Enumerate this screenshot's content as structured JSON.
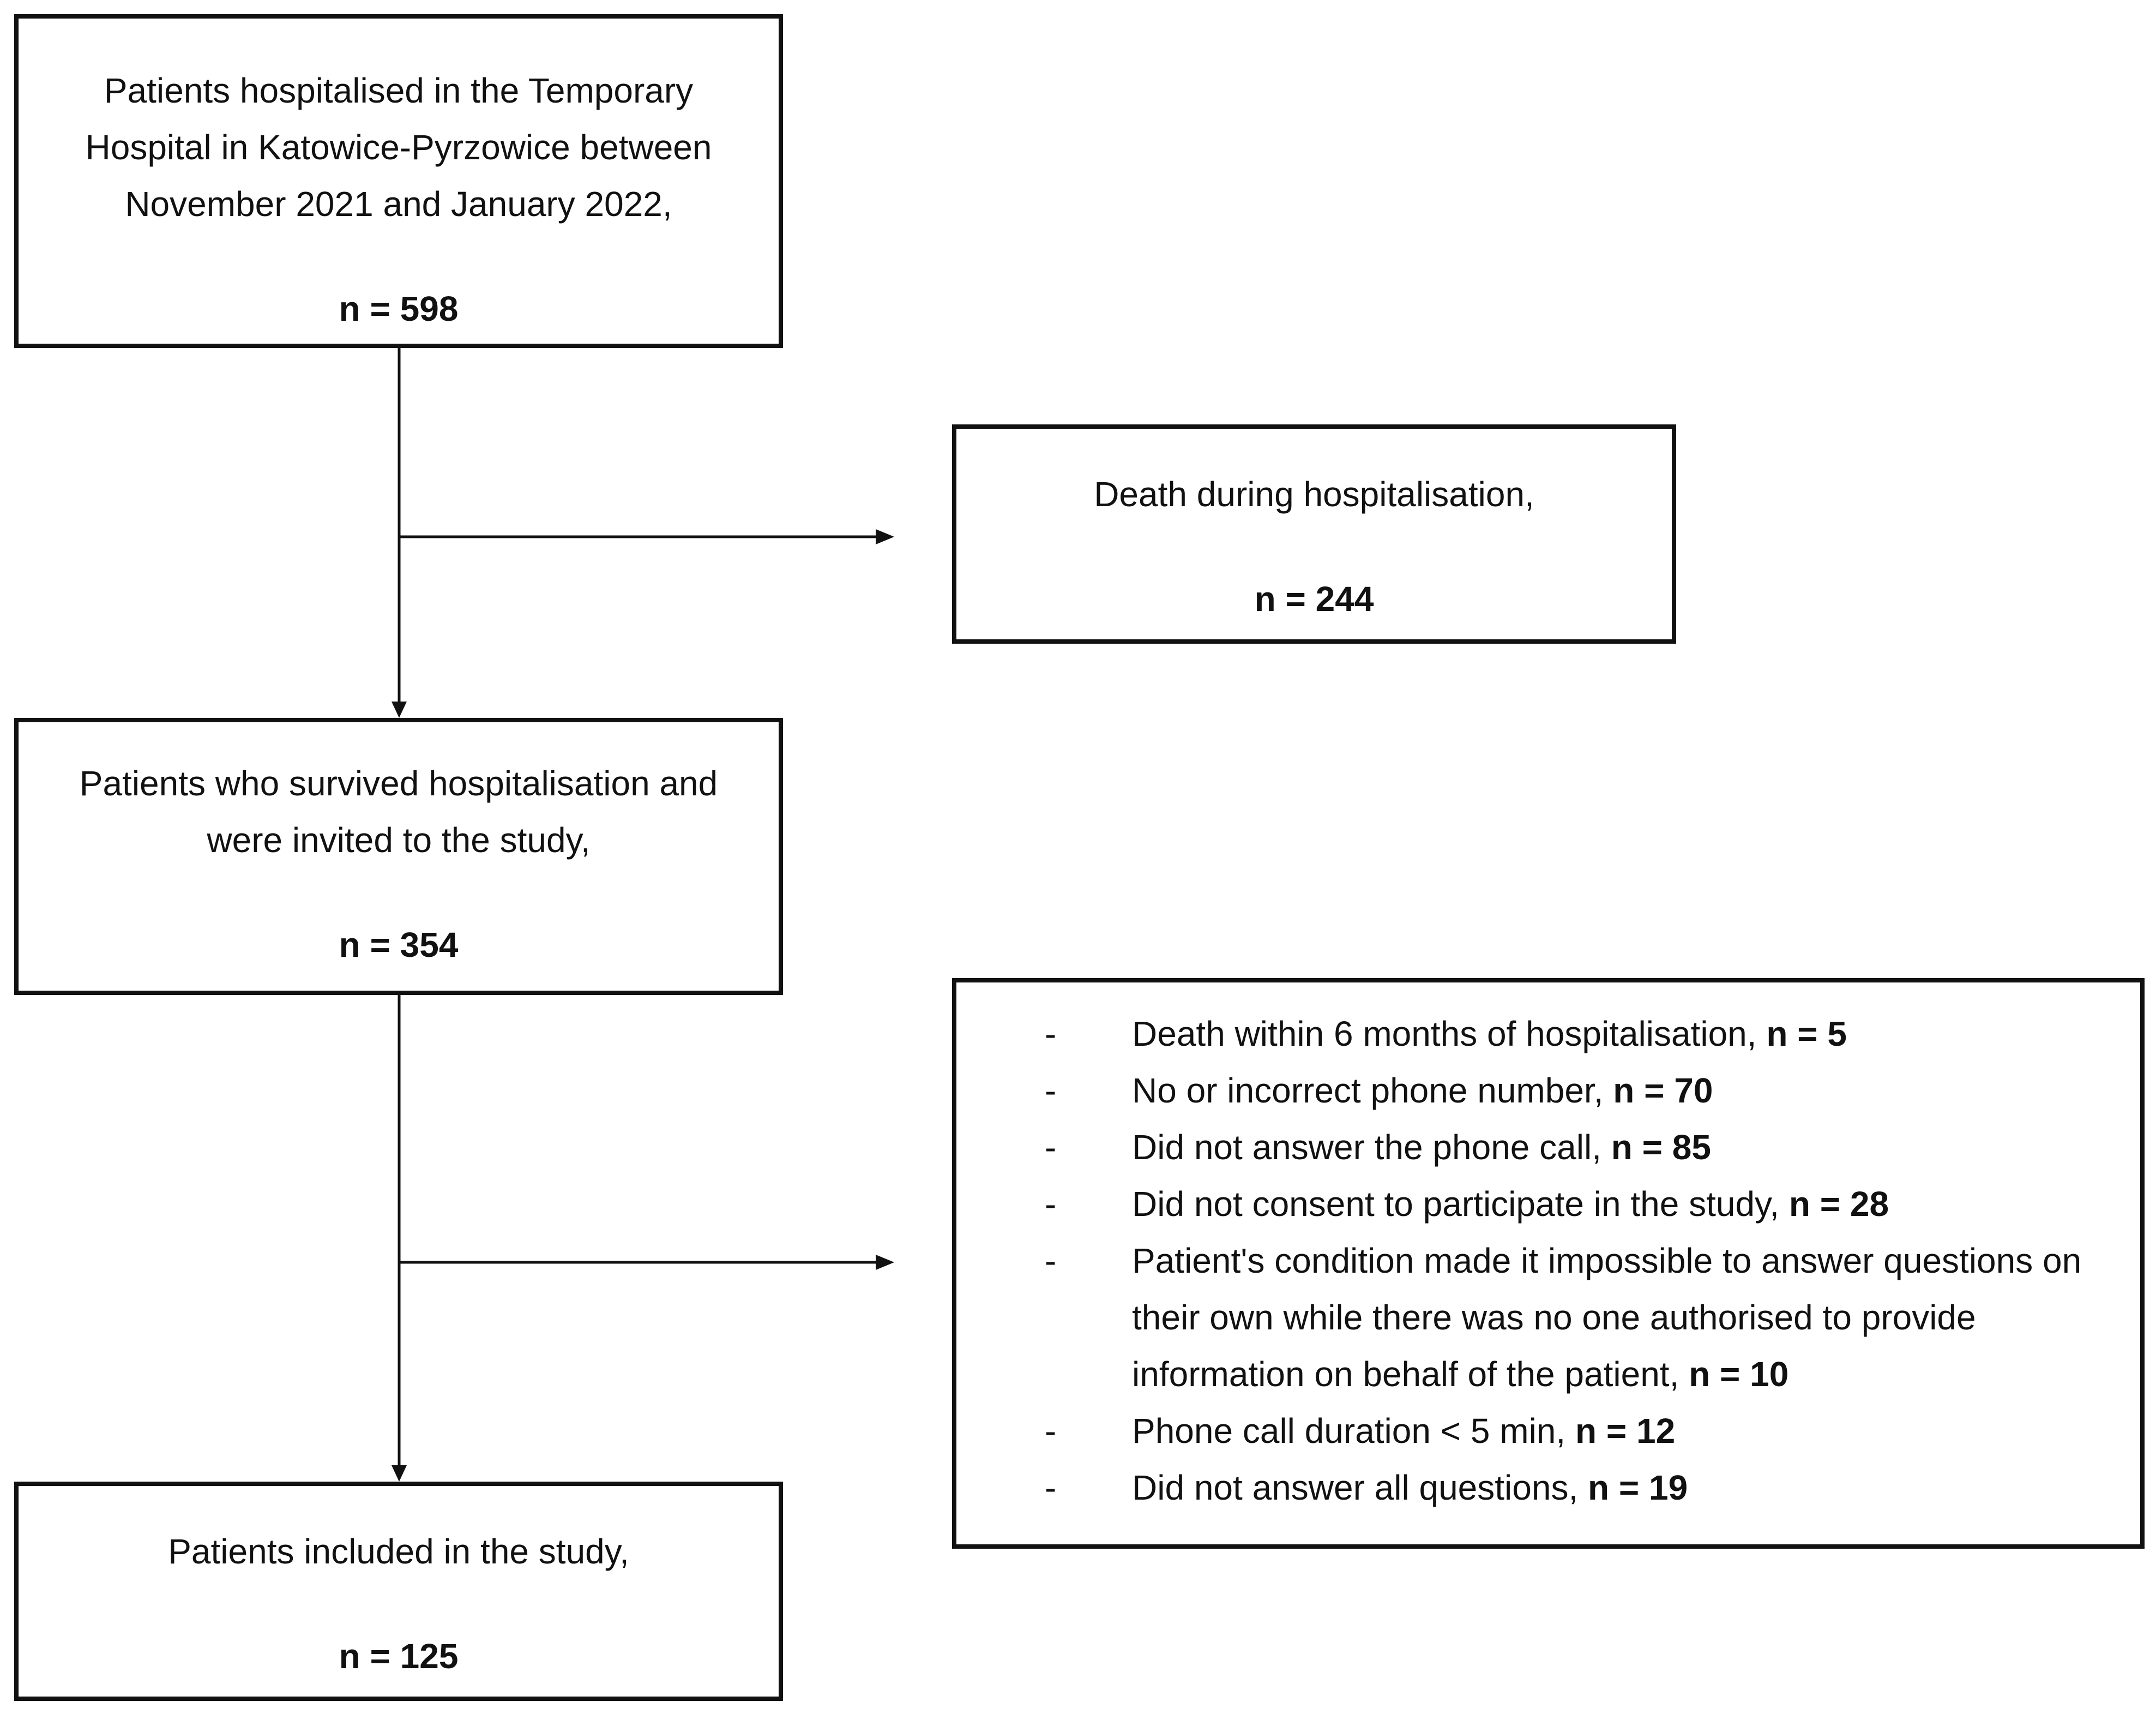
{
  "flow": {
    "total": {
      "lines": [
        "Patients hospitalised in the Temporary",
        "Hospital in Katowice-Pyrzowice between",
        "November 2021 and January 2022,"
      ],
      "n": "n = 598"
    },
    "death": {
      "lines": [
        "Death during hospitalisation,"
      ],
      "n": "n = 244"
    },
    "invited": {
      "lines": [
        "Patients who survived hospitalisation and",
        "were invited to the study,"
      ],
      "n": "n = 354"
    },
    "excluded": {
      "items": [
        {
          "dash": "-",
          "text": "Death within 6 months of hospitalisation, ",
          "n": "n = 5"
        },
        {
          "dash": "-",
          "text": "No or incorrect phone number, ",
          "n": "n = 70"
        },
        {
          "dash": "-",
          "text": "Did not answer the phone call, ",
          "n": "n = 85"
        },
        {
          "dash": "-",
          "text": "Did not consent to participate in the study, ",
          "n": "n = 28"
        },
        {
          "dash": "-",
          "text": "Patient's condition made it impossible to answer questions on their own while there was no one authorised to provide information on behalf of the patient, ",
          "n": "n = 10"
        },
        {
          "dash": "-",
          "text": "Phone call duration < 5 min, ",
          "n": "n = 12"
        },
        {
          "dash": "-",
          "text": "Did not answer all questions, ",
          "n": "n = 19"
        }
      ]
    },
    "included": {
      "lines": [
        "Patients included in the study,"
      ],
      "n": "n = 125"
    }
  },
  "colors": {
    "border": "#111111",
    "background": "#ffffff"
  }
}
